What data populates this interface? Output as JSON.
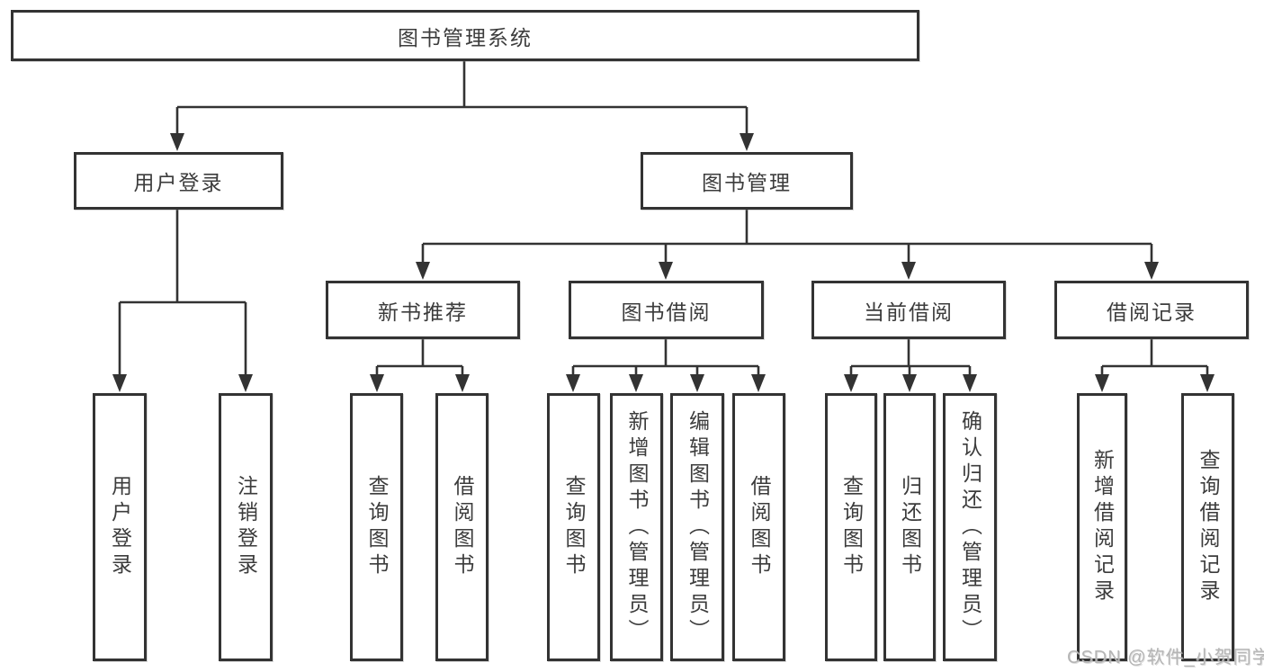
{
  "diagram": {
    "title": "图书管理系统",
    "colors": {
      "line": "#333333",
      "box_border": "#333333",
      "text": "#3c3c3c",
      "watermark": "#b5b5b5",
      "background": "#ffffff"
    },
    "tree": {
      "label": "图书管理系统",
      "children": [
        {
          "label": "用户登录",
          "children": [
            {
              "label": "用户登录"
            },
            {
              "label": "注销登录"
            }
          ]
        },
        {
          "label": "图书管理",
          "children": [
            {
              "label": "新书推荐",
              "children": [
                {
                  "label": "查询图书"
                },
                {
                  "label": "借阅图书"
                }
              ]
            },
            {
              "label": "图书借阅",
              "children": [
                {
                  "label": "查询图书"
                },
                {
                  "label": "新增图书（管理员）"
                },
                {
                  "label": "编辑图书（管理员）"
                },
                {
                  "label": "借阅图书"
                }
              ]
            },
            {
              "label": "当前借阅",
              "children": [
                {
                  "label": "查询图书"
                },
                {
                  "label": "归还图书"
                },
                {
                  "label": "确认归还（管理员）"
                }
              ]
            },
            {
              "label": "借阅记录",
              "children": [
                {
                  "label": "新增借阅记录"
                },
                {
                  "label": "查询借阅记录"
                }
              ]
            }
          ]
        }
      ]
    },
    "watermark": {
      "text": "CSDN @软件_小贺同学"
    }
  }
}
